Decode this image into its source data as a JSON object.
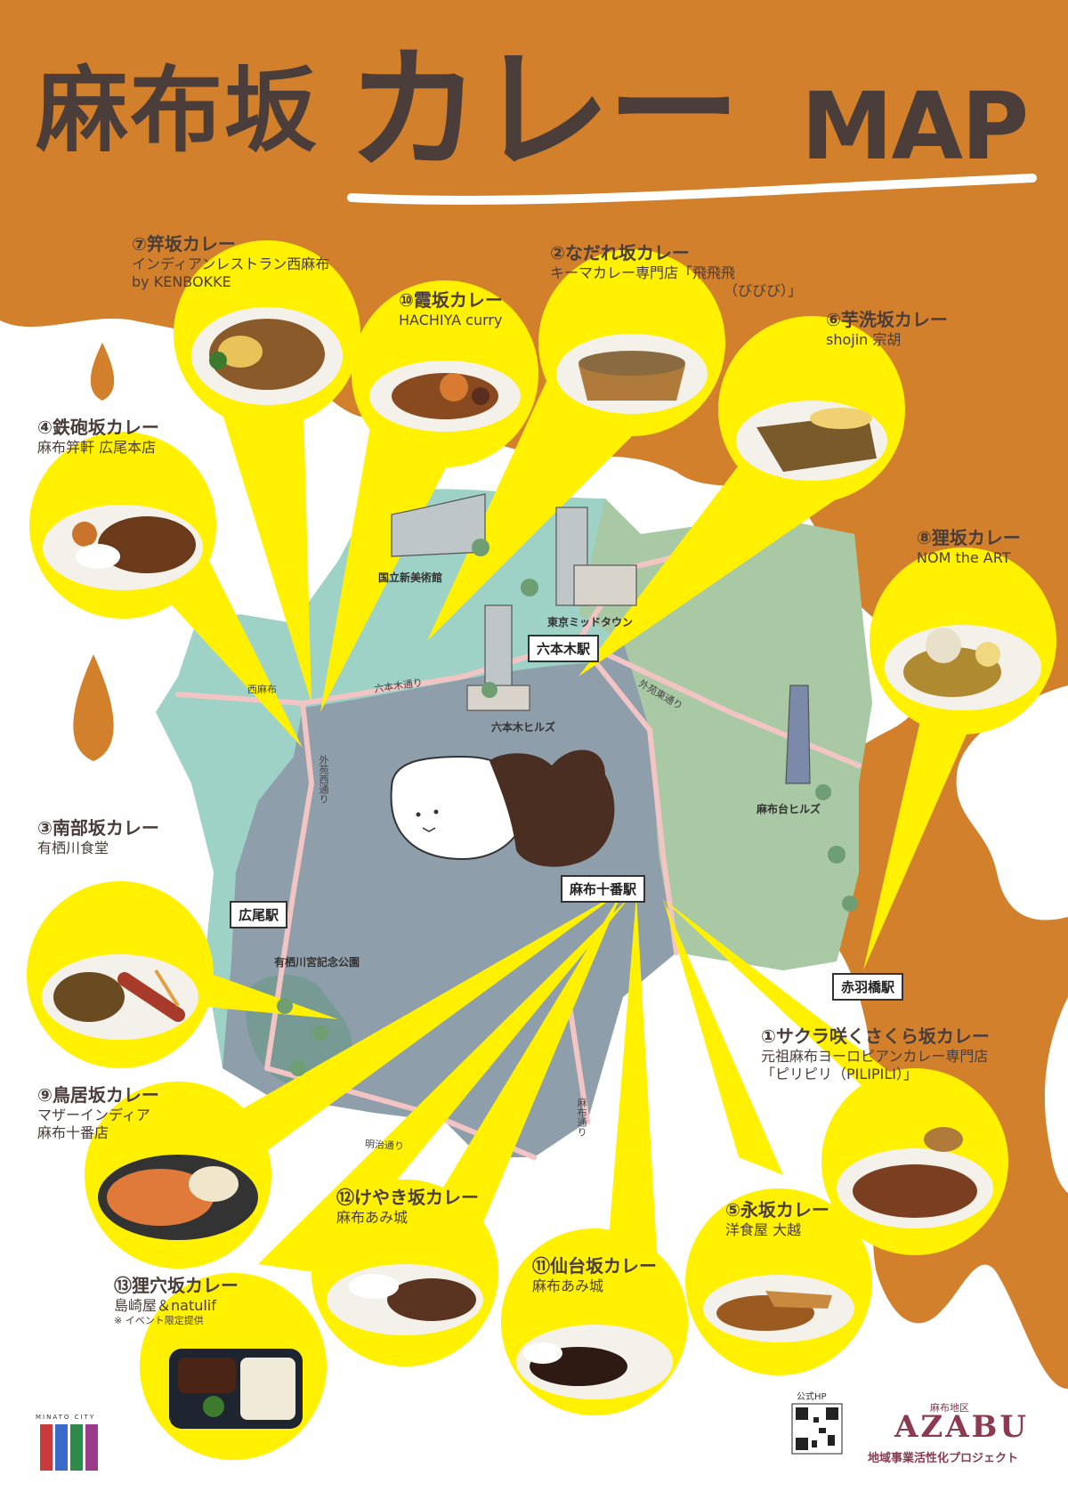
{
  "title": {
    "kanji": "麻布坂",
    "kana": "カレー",
    "latin": "MAP"
  },
  "spots": [
    {
      "name": "⑦笄坂カレー",
      "shop": [
        "インディアンレストラン西麻布",
        "by KENBOKKE"
      ],
      "note": ""
    },
    {
      "name": "⑩霞坂カレー",
      "shop": [
        "HACHIYA curry"
      ],
      "note": ""
    },
    {
      "name": "②なだれ坂カレー",
      "shop": [
        "キーマカレー専門店「飛飛飛",
        "（びびび）」"
      ],
      "note": ""
    },
    {
      "name": "⑥芋洗坂カレー",
      "shop": [
        "shojin 宗胡"
      ],
      "note": ""
    },
    {
      "name": "④鉄砲坂カレー",
      "shop": [
        "麻布笄軒 広尾本店"
      ],
      "note": ""
    },
    {
      "name": "⑧狸坂カレー",
      "shop": [
        "NOM the ART"
      ],
      "note": ""
    },
    {
      "name": "③南部坂カレー",
      "shop": [
        "有栖川食堂"
      ],
      "note": ""
    },
    {
      "name": "①サクラ咲くさくら坂カレー",
      "shop": [
        "元祖麻布ヨーロピアンカレー専門店",
        "「ピリピリ（PILIPILI）」"
      ],
      "note": ""
    },
    {
      "name": "⑨鳥居坂カレー",
      "shop": [
        "マザーインディア",
        "麻布十番店"
      ],
      "note": ""
    },
    {
      "name": "⑫けやき坂カレー",
      "shop": [
        "麻布あみ城"
      ],
      "note": ""
    },
    {
      "name": "⑤永坂カレー",
      "shop": [
        "洋食屋 大越"
      ],
      "note": ""
    },
    {
      "name": "⑪仙台坂カレー",
      "shop": [
        "麻布あみ城"
      ],
      "note": ""
    },
    {
      "name": "⑬狸穴坂カレー",
      "shop": [
        "島崎屋＆natulif"
      ],
      "note": "※ イベント限定提供"
    }
  ],
  "stations": [
    "六本木駅",
    "麻布十番駅",
    "広尾駅",
    "赤羽橋駅"
  ],
  "landmarks": [
    "国立新美術館",
    "東京ミッドタウン",
    "六本木ヒルズ",
    "麻布台ヒルズ",
    "有栖川宮記念公園"
  ],
  "roads": [
    "西麻布",
    "六本木通り",
    "外苑東通り",
    "外苑西通り",
    "明治通り",
    "麻布通り"
  ],
  "footer": {
    "city": "MINATO CITY",
    "hp_label": "公式HP",
    "org_sub": "麻布地区",
    "org_name": "AZABU",
    "org_desc": "地域事業活性化プロジェクト"
  },
  "colors": {
    "curry": "#d2802c",
    "map_blue": "#8e9eab",
    "map_teal": "#9ed2c7",
    "map_green": "#a9c9a4",
    "highlight_yellow": "#fff100",
    "text_brown": "#4a3d3a"
  },
  "icons": [
    "qr-code-icon",
    "minato-city-logo-icon",
    "curry-seal-mascot-icon"
  ]
}
